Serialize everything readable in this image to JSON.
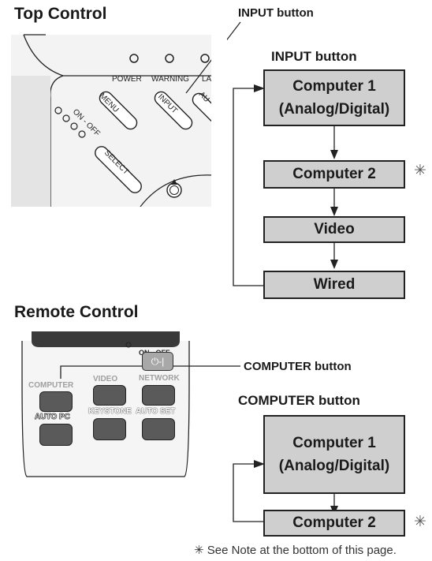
{
  "top": {
    "title": "Top Control",
    "input_callout": "INPUT button",
    "panel": {
      "power_label": "POWER",
      "warning_label": "WARNING",
      "lamp_label_partial": "LA",
      "menu_label": "MENU",
      "input_label": "INPUT",
      "auto_label_partial": "AU",
      "onoff_label": "ON - OFF",
      "select_label": "SELECT"
    },
    "flow": {
      "heading": "INPUT button",
      "items": [
        {
          "line1": "Computer 1",
          "line2": "(Analog/Digital)",
          "note": ""
        },
        {
          "line1": "Computer 2",
          "line2": "",
          "note": "✳"
        },
        {
          "line1": "Video",
          "line2": "",
          "note": ""
        },
        {
          "line1": "Wired",
          "line2": "",
          "note": ""
        }
      ]
    }
  },
  "remote": {
    "title": "Remote Control",
    "computer_callout": "COMPUTER button",
    "buttons": {
      "computer": "COMPUTER",
      "video": "VIDEO",
      "network": "NETWORK",
      "auto_pc": "AUTO PC",
      "keystone": "KEYSTONE",
      "auto_set": "AUTO SET",
      "onoff_top": "ON - OFF",
      "onoff_symbol": "⏻-|"
    },
    "flow": {
      "heading": "COMPUTER button",
      "items": [
        {
          "line1": "Computer 1",
          "line2": "(Analog/Digital)",
          "note": ""
        },
        {
          "line1": "Computer 2",
          "line2": "",
          "note": "✳"
        }
      ]
    }
  },
  "footnote": "✳ See Note at the bottom of this page."
}
